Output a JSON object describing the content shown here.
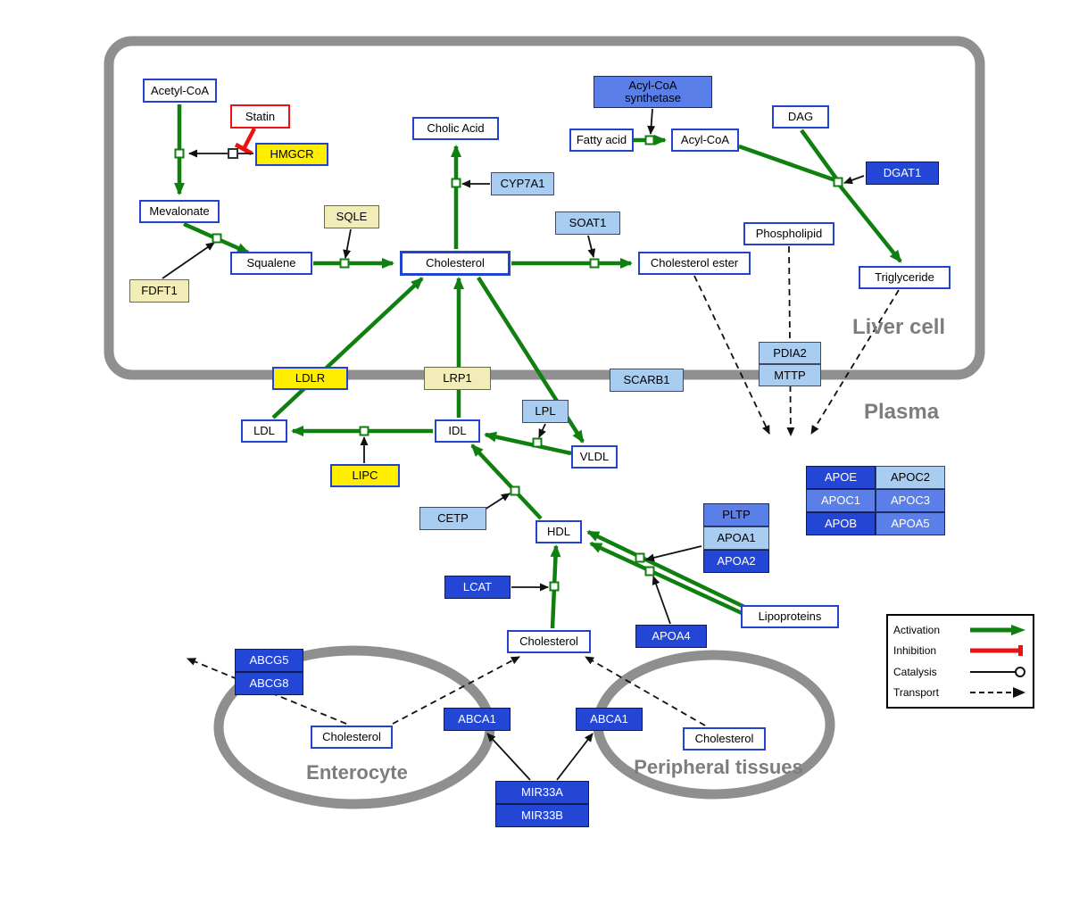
{
  "regions": {
    "liver": "Liver cell",
    "plasma": "Plasma",
    "enterocyte": "Enterocyte",
    "peripheral": "Peripheral tissues"
  },
  "nodes": {
    "acetyl_coa": {
      "label": "Acetyl-CoA"
    },
    "statin": {
      "label": "Statin"
    },
    "hmgcr": {
      "label": "HMGCR"
    },
    "mevalonate": {
      "label": "Mevalonate"
    },
    "sqle": {
      "label": "SQLE"
    },
    "fdft1": {
      "label": "FDFT1"
    },
    "squalene": {
      "label": "Squalene"
    },
    "cholesterol_liver": {
      "label": "Cholesterol"
    },
    "cholic_acid": {
      "label": "Cholic Acid"
    },
    "cyp7a1": {
      "label": "CYP7A1"
    },
    "acyl_coa_synthetase": {
      "line1": "Acyl-CoA",
      "line2": "synthetase"
    },
    "fatty_acid": {
      "label": "Fatty acid"
    },
    "acyl_coa": {
      "label": "Acyl-CoA"
    },
    "dag": {
      "label": "DAG"
    },
    "dgat1": {
      "label": "DGAT1"
    },
    "soat1": {
      "label": "SOAT1"
    },
    "cholesterol_ester": {
      "label": "Cholesterol ester"
    },
    "phospholipid": {
      "label": "Phospholipid"
    },
    "triglyceride": {
      "label": "Triglyceride"
    },
    "pdia2": {
      "label": "PDIA2"
    },
    "mttp": {
      "label": "MTTP"
    },
    "ldlr": {
      "label": "LDLR"
    },
    "lrp1": {
      "label": "LRP1"
    },
    "scarb1": {
      "label": "SCARB1"
    },
    "ldl": {
      "label": "LDL"
    },
    "idl": {
      "label": "IDL"
    },
    "lpl": {
      "label": "LPL"
    },
    "vldl": {
      "label": "VLDL"
    },
    "lipc": {
      "label": "LIPC"
    },
    "cetp": {
      "label": "CETP"
    },
    "hdl": {
      "label": "HDL"
    },
    "pltp": {
      "label": "PLTP"
    },
    "apoa1": {
      "label": "APOA1"
    },
    "apoa2": {
      "label": "APOA2"
    },
    "apoe": {
      "label": "APOE"
    },
    "apoc2": {
      "label": "APOC2"
    },
    "apoc1": {
      "label": "APOC1"
    },
    "apoc3": {
      "label": "APOC3"
    },
    "apob": {
      "label": "APOB"
    },
    "apoa5": {
      "label": "APOA5"
    },
    "lcat": {
      "label": "LCAT"
    },
    "apoa4": {
      "label": "APOA4"
    },
    "lipoproteins": {
      "label": "Lipoproteins"
    },
    "cholesterol_plasma": {
      "label": "Cholesterol"
    },
    "abcg5": {
      "label": "ABCG5"
    },
    "abcg8": {
      "label": "ABCG8"
    },
    "cholesterol_enterocyte": {
      "label": "Cholesterol"
    },
    "abca1_enterocyte": {
      "label": "ABCA1"
    },
    "abca1_peripheral": {
      "label": "ABCA1"
    },
    "cholesterol_peripheral": {
      "label": "Cholesterol"
    },
    "mir33a": {
      "label": "MIR33A"
    },
    "mir33b": {
      "label": "MIR33B"
    }
  },
  "legend": {
    "activation": "Activation",
    "inhibition": "Inhibition",
    "catalysis": "Catalysis",
    "transport": "Transport"
  },
  "colors": {
    "activation_green": "#0f7f0f",
    "inhibition_red": "#ee1111",
    "metabolite_border_blue": "#2343cf",
    "enzyme_yellow": "#ffee00",
    "enzyme_pale_yellow": "#f2edb8",
    "gene_blue_light": "#a9cdf0",
    "gene_blue_mid": "#5b7fe8",
    "gene_blue_dark": "#2347d4",
    "membrane_gray": "#8f8f8f"
  }
}
